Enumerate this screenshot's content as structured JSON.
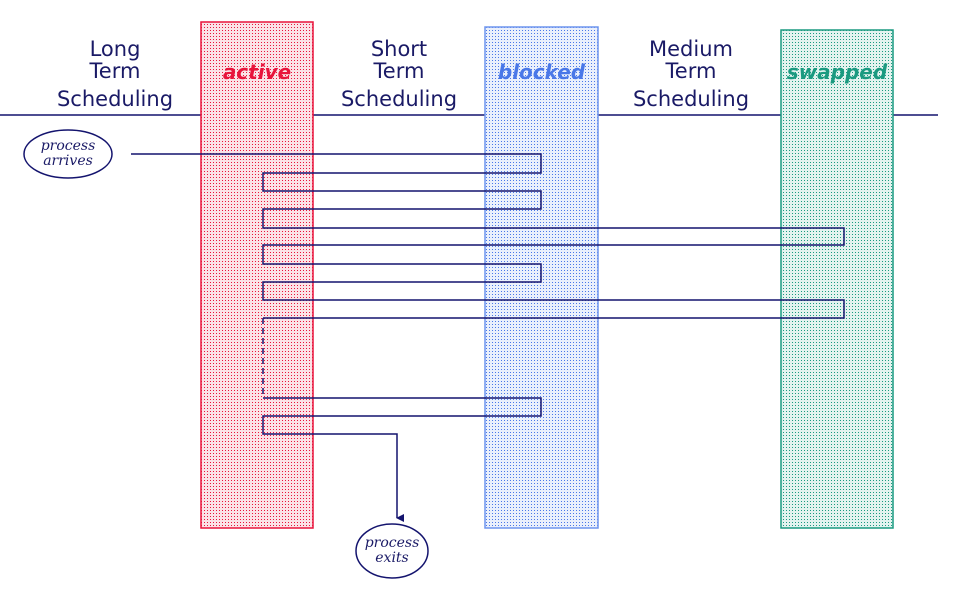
{
  "headings": {
    "long_term": [
      "Long",
      "Term",
      "Scheduling"
    ],
    "short_term": [
      "Short",
      "Term",
      "Scheduling"
    ],
    "medium_term": [
      "Medium",
      "Term",
      "Scheduling"
    ]
  },
  "states": {
    "active": {
      "label": "active",
      "color": "#e8143c"
    },
    "blocked": {
      "label": "blocked",
      "color": "#4a78e8"
    },
    "swapped": {
      "label": "swapped",
      "color": "#1a9a80"
    }
  },
  "events": {
    "arrives": [
      "process",
      "arrives"
    ],
    "exits": [
      "process",
      "exits"
    ]
  },
  "colors": {
    "path": "#14146e",
    "text": "#1a1a66"
  }
}
